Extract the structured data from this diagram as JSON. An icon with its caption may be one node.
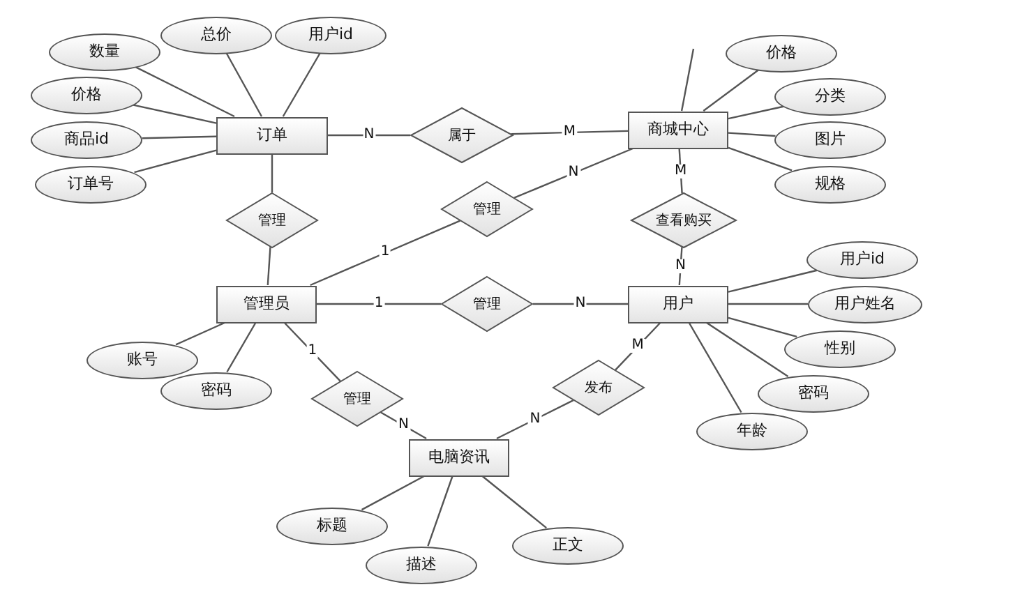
{
  "diagram": {
    "nodes": [
      {
        "text": [
          "总价"
        ]
      },
      {
        "text": [
          "用户id"
        ]
      },
      {
        "text": [
          "数量"
        ]
      },
      {
        "text": [
          "价格"
        ]
      },
      {
        "text": [
          "订单"
        ]
      },
      {
        "text": [
          "属于"
        ]
      },
      {
        "text": [
          "商城中心"
        ]
      },
      {
        "text": [
          "价格"
        ]
      },
      {
        "text": [
          "分类"
        ]
      },
      {
        "text": [
          "图片"
        ]
      },
      {
        "text": [
          "商品id"
        ]
      },
      {
        "text": [
          "订单号"
        ]
      },
      {
        "text": [
          "规格"
        ]
      },
      {
        "text": [
          "管理"
        ]
      },
      {
        "text": [
          "管理"
        ]
      },
      {
        "text": [
          "查看购买"
        ]
      },
      {
        "text": [
          "用户id"
        ]
      },
      {
        "text": [
          "管理员"
        ]
      },
      {
        "text": [
          "管理"
        ]
      },
      {
        "text": [
          "用户"
        ]
      },
      {
        "text": [
          "用户姓名"
        ]
      },
      {
        "text": [
          "性别"
        ]
      },
      {
        "text": [
          "账号"
        ]
      },
      {
        "text": [
          "密码"
        ]
      },
      {
        "text": [
          "发布"
        ]
      },
      {
        "text": [
          "密码"
        ]
      },
      {
        "text": [
          "管理"
        ]
      },
      {
        "text": [
          "年龄"
        ]
      },
      {
        "text": [
          "电脑资讯"
        ]
      },
      {
        "text": [
          "标题"
        ]
      },
      {
        "text": [
          "正文"
        ]
      },
      {
        "text": [
          "描述"
        ]
      }
    ],
    "edges": [
      {
        "from": 4,
        "to": 2,
        "arrow": "none"
      },
      {
        "from": 4,
        "to": 0,
        "arrow": "none"
      },
      {
        "from": 4,
        "to": 1,
        "arrow": "none"
      },
      {
        "from": 4,
        "to": 3,
        "arrow": "none"
      },
      {
        "from": 4,
        "to": 10,
        "arrow": "none"
      },
      {
        "from": 4,
        "to": 11,
        "arrow": "none"
      },
      {
        "from": 4,
        "to": 5,
        "arrow": "none",
        "label": "N"
      },
      {
        "from": 5,
        "to": 6,
        "arrow": "none",
        "label": "M"
      },
      {
        "from": 6,
        "to": null,
        "arrow": "none"
      },
      {
        "from": 6,
        "to": 7,
        "arrow": "none"
      },
      {
        "from": 6,
        "to": 8,
        "arrow": "none"
      },
      {
        "from": 6,
        "to": 9,
        "arrow": "none"
      },
      {
        "from": 6,
        "to": 12,
        "arrow": "none"
      },
      {
        "from": 4,
        "to": 14,
        "arrow": "none"
      },
      {
        "from": 14,
        "to": 17,
        "arrow": "none"
      },
      {
        "from": 17,
        "to": 13,
        "arrow": "none",
        "label": "1"
      },
      {
        "from": 13,
        "to": 6,
        "arrow": "none",
        "label": "N"
      },
      {
        "from": 6,
        "to": 15,
        "arrow": "none",
        "label": "M"
      },
      {
        "from": 15,
        "to": 19,
        "arrow": "none",
        "label": "N"
      },
      {
        "from": 17,
        "to": 18,
        "arrow": "none",
        "label": "1"
      },
      {
        "from": 18,
        "to": 19,
        "arrow": "none",
        "label": "N"
      },
      {
        "from": 17,
        "to": 22,
        "arrow": "none"
      },
      {
        "from": 17,
        "to": 23,
        "arrow": "none"
      },
      {
        "from": 17,
        "to": 26,
        "arrow": "none",
        "label": "1"
      },
      {
        "from": 26,
        "to": 28,
        "arrow": "none",
        "label": "N"
      },
      {
        "from": 19,
        "to": 24,
        "arrow": "none",
        "label": "M"
      },
      {
        "from": 24,
        "to": 28,
        "arrow": "none",
        "label": "N"
      },
      {
        "from": 19,
        "to": 16,
        "arrow": "none"
      },
      {
        "from": 19,
        "to": 20,
        "arrow": "none"
      },
      {
        "from": 19,
        "to": 21,
        "arrow": "none"
      },
      {
        "from": 19,
        "to": 25,
        "arrow": "none"
      },
      {
        "from": 19,
        "to": 27,
        "arrow": "none"
      },
      {
        "from": 28,
        "to": 29,
        "arrow": "none"
      },
      {
        "from": 28,
        "to": 31,
        "arrow": "none"
      },
      {
        "from": 28,
        "to": 30,
        "arrow": "none"
      }
    ]
  }
}
